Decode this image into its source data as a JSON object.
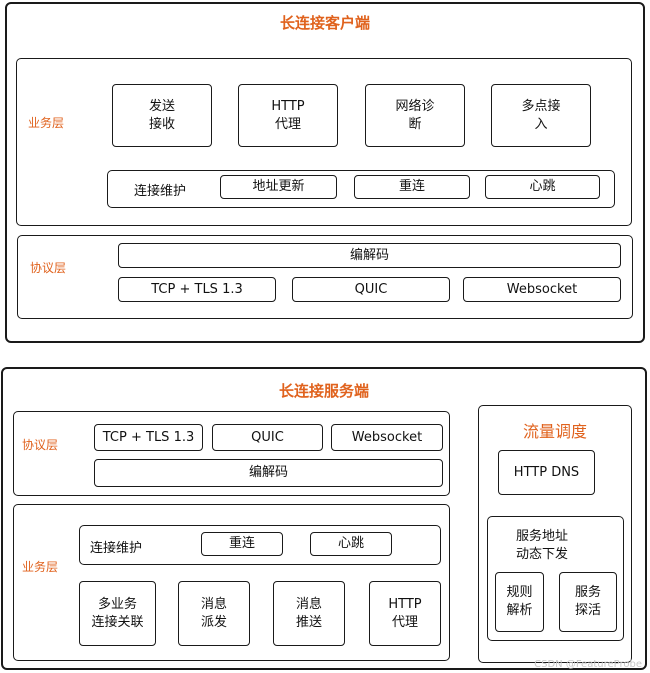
{
  "client": {
    "title": "长连接客户端",
    "business_layer": {
      "label": "业务层",
      "modules": [
        "发送\n接收",
        "HTTP\n代理",
        "网络诊\n断",
        "多点接\n入"
      ],
      "maintenance": {
        "label": "连接维护",
        "items": [
          "地址更新",
          "重连",
          "心跳"
        ]
      }
    },
    "protocol_layer": {
      "label": "协议层",
      "codec": "编解码",
      "protocols": [
        "TCP + TLS 1.3",
        "QUIC",
        "Websocket"
      ]
    }
  },
  "server": {
    "title": "长连接服务端",
    "protocol_layer": {
      "label": "协议层",
      "protocols": [
        "TCP + TLS 1.3",
        "QUIC",
        "Websocket"
      ],
      "codec": "编解码"
    },
    "business_layer": {
      "label": "业务层",
      "maintenance": {
        "label": "连接维护",
        "items": [
          "重连",
          "心跳"
        ]
      },
      "modules": [
        "多业务\n连接关联",
        "消息\n派发",
        "消息\n推送",
        "HTTP\n代理"
      ]
    },
    "traffic": {
      "title": "流量调度",
      "http_dns": "HTTP DNS",
      "dynamic": {
        "label": "服务地址\n动态下发",
        "items": [
          "规则\n解析",
          "服务\n探活"
        ]
      }
    }
  },
  "watermark": "CSDN @FeatureProbe",
  "colors": {
    "accent": "#e0621d",
    "border": "#1a1a1a"
  }
}
